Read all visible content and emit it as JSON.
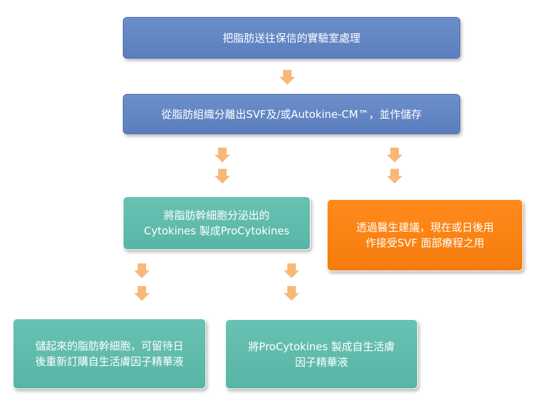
{
  "flowchart": {
    "step1": {
      "label": "把脂肪送往保信的實驗室處理"
    },
    "step2": {
      "label": "從脂肪組織分離出SVF及/或Autokine-CM™，並作儲存"
    },
    "step3": {
      "line1": "將脂肪幹細胞分泌出的",
      "line2": "Cytokines 製成ProCytokines"
    },
    "step4": {
      "line1": "透過醫生建議，現在或日後用",
      "line2": "作接受SVF 面部療程之用"
    },
    "step5": {
      "line1": "儲起來的脂肪幹細胞，可留待日",
      "line2": "後重新訂購自生活膚因子精華液"
    },
    "step6": {
      "line1": "將ProCytokines 製成自生活膚",
      "line2": "因子精華液"
    }
  },
  "colors": {
    "blue_box": "#5a7fbd",
    "teal_box": "#5db8a8",
    "orange_box": "#f57c0c",
    "arrow": "#f8b878"
  }
}
